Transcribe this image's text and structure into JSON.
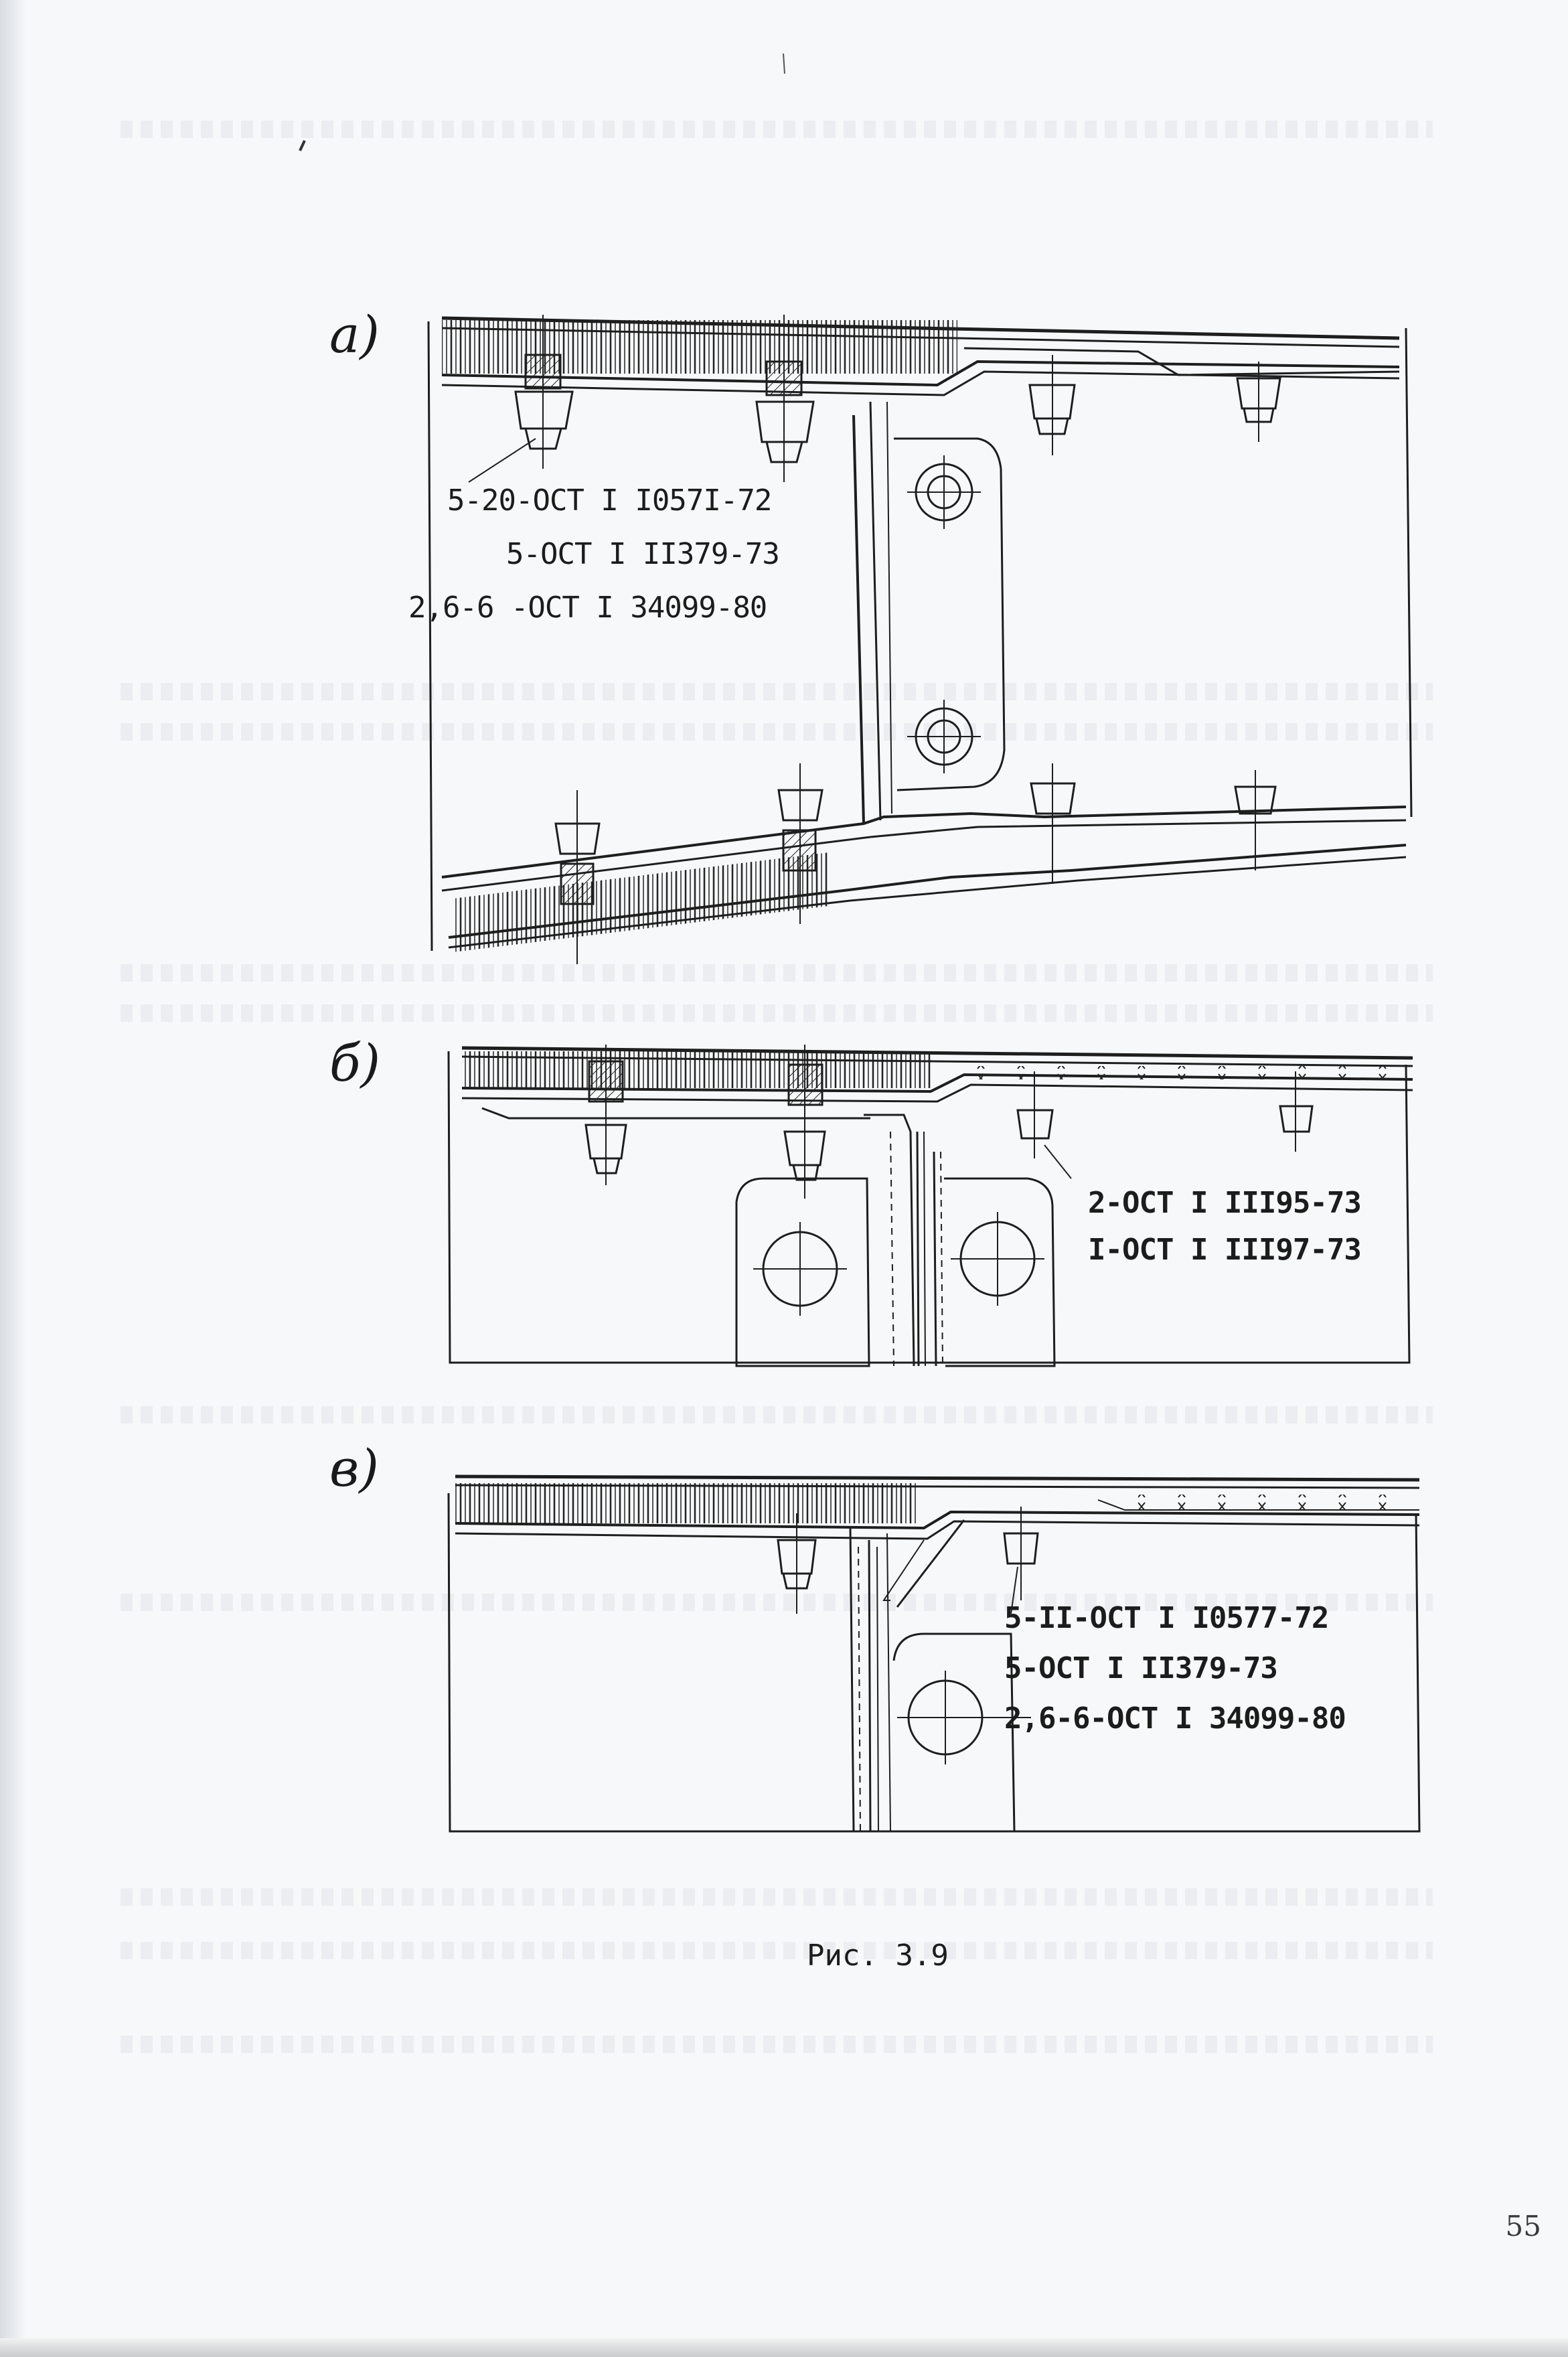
{
  "figure": {
    "panels": [
      {
        "letter": "а)",
        "callouts": [
          "5-20-ОСТ I I057I-72",
          "5-ОСТ I II379-73",
          "2,6-6 -ОСТ I 34099-80"
        ]
      },
      {
        "letter": "б)",
        "callouts": [
          "2-ОСТ I III95-73",
          "I-ОСТ I III97-73"
        ]
      },
      {
        "letter": "в)",
        "callouts": [
          "5-II-ОСТ I I0577-72",
          "5-ОСТ I II379-73",
          "2,6-6-ОСТ I 34099-80"
        ]
      }
    ],
    "caption": "Рис. 3.9"
  },
  "page_number": "55"
}
